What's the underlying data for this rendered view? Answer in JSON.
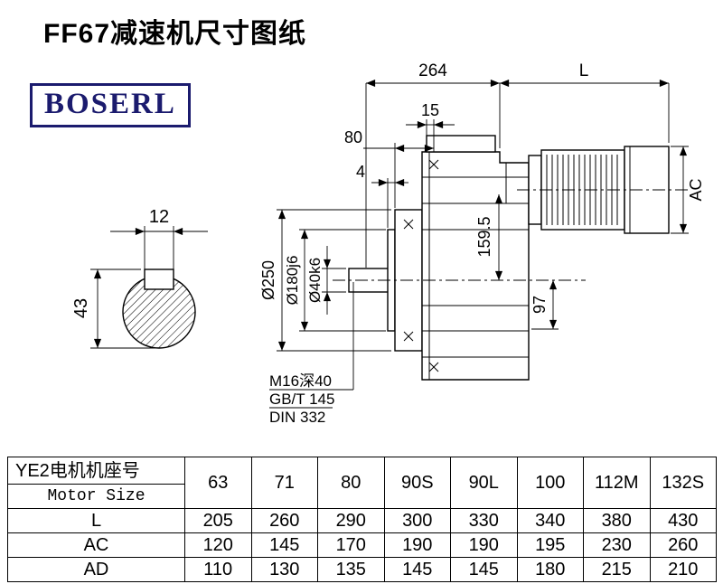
{
  "page": {
    "title": "FF67减速机尺寸图纸",
    "brand": "BOSERL",
    "brand_color": "#1b1b6e"
  },
  "drawing": {
    "dims": {
      "top_width": "264",
      "motor_length": "L",
      "dim_15": "15",
      "dim_80": "80",
      "dim_4": "4",
      "key_width": "12",
      "key_height": "43",
      "flange_od": "Ø250",
      "spigot_od": "Ø180j6",
      "shaft_od": "Ø40k6",
      "dim_159_5": "159.5",
      "dim_97": "97",
      "motor_od": "AC"
    },
    "notes": {
      "tap": "M16深40",
      "std1": "GB/T 145",
      "std2": "DIN 332"
    }
  },
  "table": {
    "header": {
      "line1": "YE2电机机座号",
      "line2": "Motor Size"
    },
    "sizes": [
      "63",
      "71",
      "80",
      "90S",
      "90L",
      "100",
      "112M",
      "132S"
    ],
    "rows": [
      {
        "label": "L",
        "values": [
          "205",
          "260",
          "290",
          "300",
          "330",
          "340",
          "380",
          "430"
        ]
      },
      {
        "label": "AC",
        "values": [
          "120",
          "145",
          "170",
          "190",
          "190",
          "195",
          "230",
          "260"
        ]
      },
      {
        "label": "AD",
        "values": [
          "110",
          "130",
          "135",
          "145",
          "145",
          "180",
          "215",
          "210"
        ]
      }
    ]
  }
}
